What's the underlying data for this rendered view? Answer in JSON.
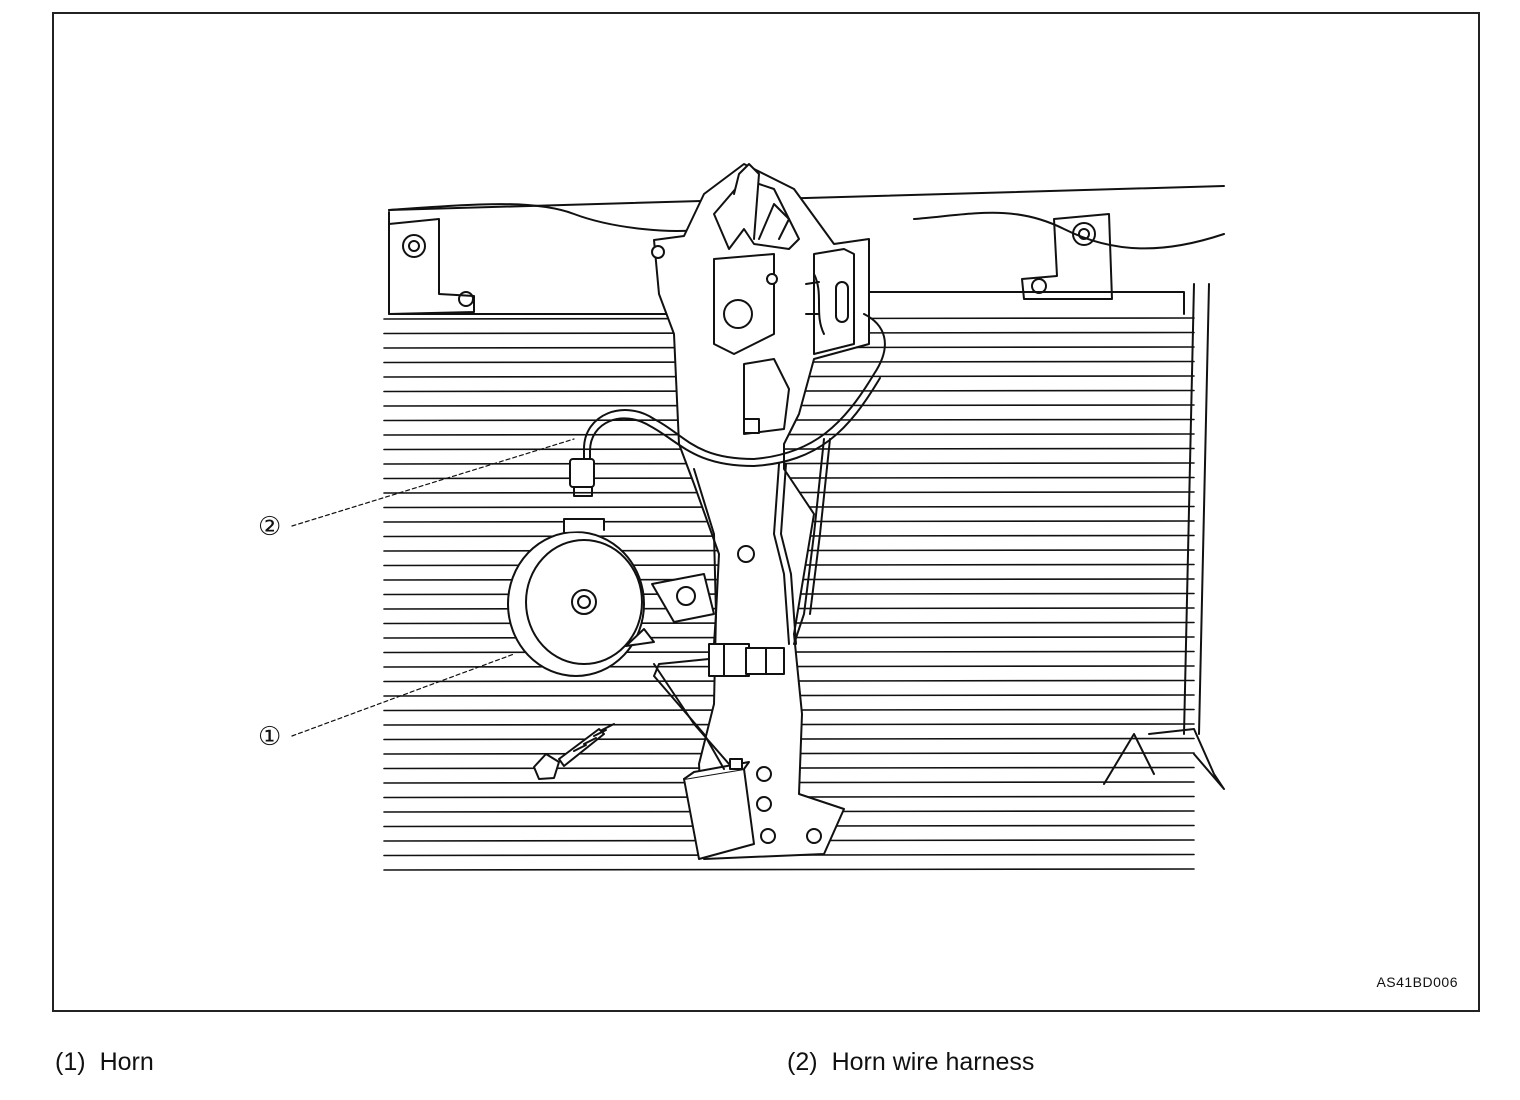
{
  "figure": {
    "code": "AS41BD006",
    "callouts": [
      {
        "number": "①",
        "label": "1"
      },
      {
        "number": "②",
        "label": "2"
      }
    ]
  },
  "legend": [
    {
      "number": "(1)",
      "text": "Horn"
    },
    {
      "number": "(2)",
      "text": "Horn wire harness"
    }
  ],
  "colors": {
    "line": "#111111",
    "background": "#ffffff"
  }
}
